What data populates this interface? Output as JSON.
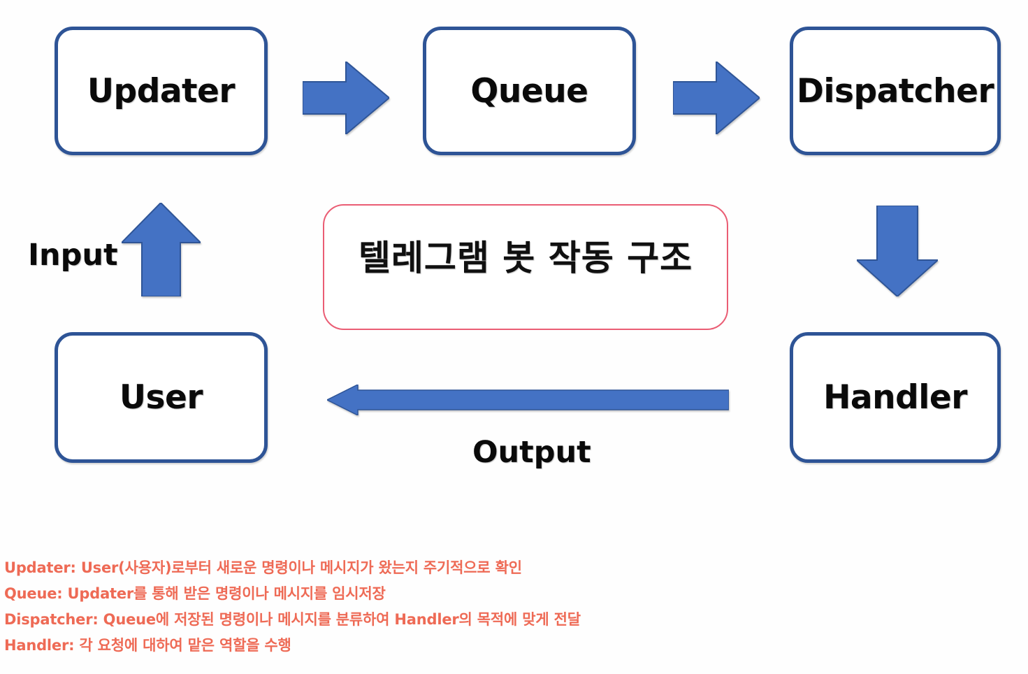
{
  "diagram": {
    "title": "텔레그램 봇 작동 구조",
    "nodes": [
      {
        "id": "updater",
        "label": "Updater"
      },
      {
        "id": "queue",
        "label": "Queue"
      },
      {
        "id": "dispatcher",
        "label": "Dispatcher"
      },
      {
        "id": "user",
        "label": "User"
      },
      {
        "id": "handler",
        "label": "Handler"
      }
    ],
    "edges": [
      {
        "id": "updater-queue",
        "from": "Updater",
        "to": "Queue",
        "label": "",
        "direction": "right"
      },
      {
        "id": "queue-dispatcher",
        "from": "Queue",
        "to": "Dispatcher",
        "label": "",
        "direction": "right"
      },
      {
        "id": "dispatcher-handler",
        "from": "Dispatcher",
        "to": "Handler",
        "label": "",
        "direction": "down"
      },
      {
        "id": "handler-user",
        "from": "Handler",
        "to": "User",
        "label": "Output",
        "direction": "left"
      },
      {
        "id": "user-updater",
        "from": "User",
        "to": "Updater",
        "label": "Input",
        "direction": "up"
      }
    ],
    "edge_labels": {
      "input": "Input",
      "output": "Output"
    },
    "legend": [
      "Updater: User(사용자)로부터 새로운 명령이나 메시지가 왔는지 주기적으로 확인",
      "Queue: Updater를 통해 받은 명령이나 메시지를 임시저장",
      "Dispatcher: Queue에 저장된 명령이나 메시지를 분류하여 Handler의 목적에 맞게 전달",
      "Handler: 각 요청에 대하여 맡은 역할을 수행"
    ],
    "colors": {
      "node_border": "#2e5496",
      "node_fill": "#ffffff",
      "arrow_fill": "#4472c4",
      "arrow_stroke": "#2f5597",
      "title_card_border": "#ea5d74",
      "legend_text": "#ee6a55",
      "node_text": "#0a0a0a",
      "background": "#fefefe"
    },
    "icons": {
      "arrow_right": "arrow-right-icon",
      "arrow_left": "arrow-left-icon",
      "arrow_up": "arrow-up-icon",
      "arrow_down": "arrow-down-icon"
    }
  }
}
